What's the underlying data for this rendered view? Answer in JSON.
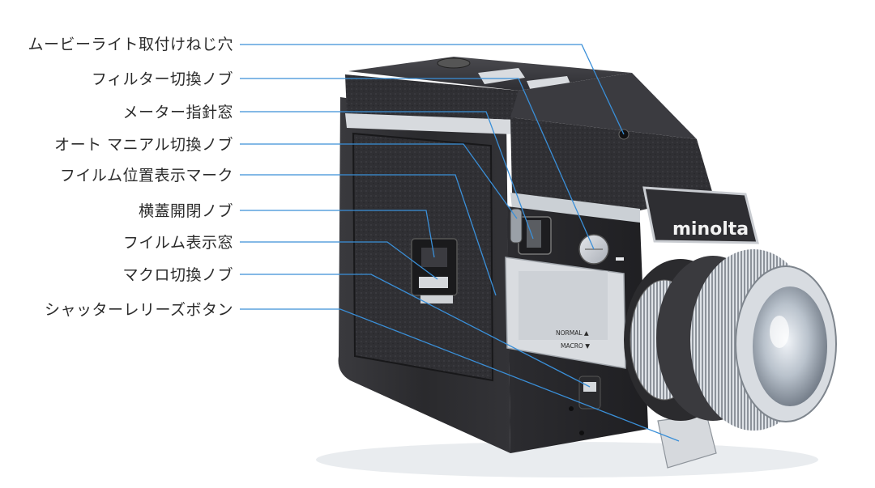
{
  "labels": [
    "ムービーライト取付けねじ穴",
    "フィルター切換ノブ",
    "メーター指針窓",
    "オート マニアル切換ノブ",
    "フイルム位置表示マーク",
    "横蓋開閉ノブ",
    "フイルム表示窓",
    "マクロ切換ノブ",
    "シャッターレリーズボタン"
  ],
  "camera": {
    "brand": "minolta",
    "mode_normal": "NORMAL ▲",
    "mode_macro": "MACRO ▼"
  },
  "colors": {
    "leader_line": "#3a8fd8",
    "body_dark": "#2b2b2e",
    "metal": "#c9ccd1"
  }
}
